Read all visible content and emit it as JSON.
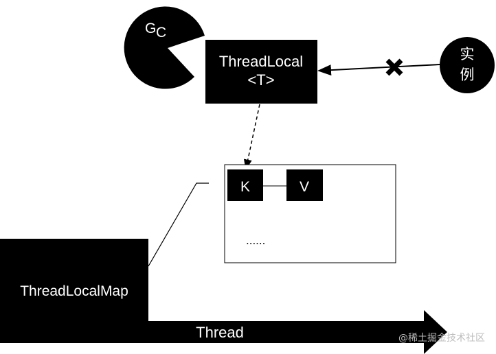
{
  "gc": {
    "label_main": "G",
    "label_sub": "C"
  },
  "threadlocal": {
    "line1": "ThreadLocal",
    "line2": "<T>"
  },
  "instance": {
    "char1": "实",
    "char2": "例"
  },
  "map_entry": {
    "key": "K",
    "value": "V",
    "more": "......"
  },
  "threadlocalmap": {
    "label": "ThreadLocalMap"
  },
  "thread": {
    "label": "Thread"
  },
  "watermark": {
    "text": "@稀土掘金技术社区"
  },
  "colors": {
    "shape_fill": "#000000",
    "text_on_dark": "#ffffff",
    "background": "#ffffff"
  }
}
